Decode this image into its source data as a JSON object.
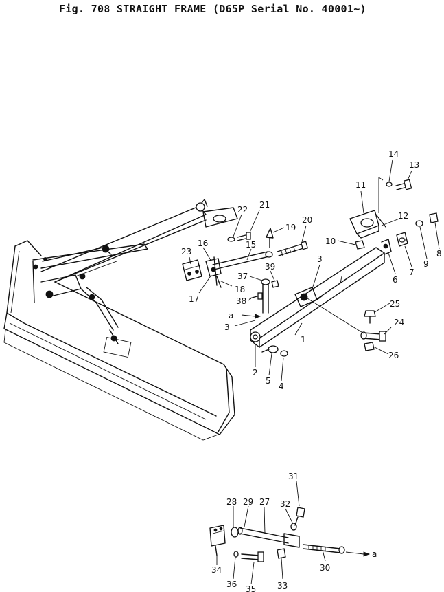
{
  "figure": {
    "title": "Fig. 708   STRAIGHT FRAME (D65P Serial No. 40001~)"
  },
  "callouts": {
    "p1": "1",
    "p2": "2",
    "p3a": "3",
    "p3b": "3",
    "p4": "4",
    "p5": "5",
    "p6": "6",
    "p7": "7",
    "p8": "8",
    "p9": "9",
    "p10": "10",
    "p11": "11",
    "p12": "12",
    "p13": "13",
    "p14": "14",
    "p15": "15",
    "p16": "16",
    "p17": "17",
    "p18": "18",
    "p19": "19",
    "p20": "20",
    "p21": "21",
    "p22": "22",
    "p23": "23",
    "p24": "24",
    "p25": "25",
    "p26": "26",
    "p27": "27",
    "p28": "28",
    "p29": "29",
    "p30": "30",
    "p31": "31",
    "p32": "32",
    "p33": "33",
    "p34": "34",
    "p35": "35",
    "p36": "36",
    "p37": "37",
    "p38": "38",
    "p39": "39"
  },
  "connectors": {
    "a_top": "a",
    "a_bottom": "a"
  }
}
